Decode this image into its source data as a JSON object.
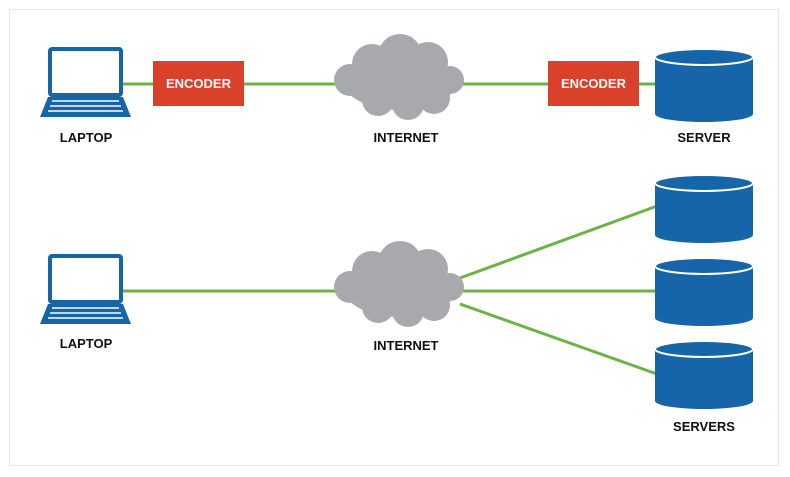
{
  "labels": {
    "laptop_top": "LAPTOP",
    "encoder_left": "ENCODER",
    "internet_top": "INTERNET",
    "encoder_right": "ENCODER",
    "server": "SERVER",
    "laptop_bottom": "LAPTOP",
    "internet_bottom": "INTERNET",
    "servers": "SERVERS"
  },
  "colors": {
    "device_blue": "#1565a8",
    "encoder_red": "#d9412b",
    "link_green": "#6ab344",
    "cloud_gray": "#a7a9ac"
  }
}
